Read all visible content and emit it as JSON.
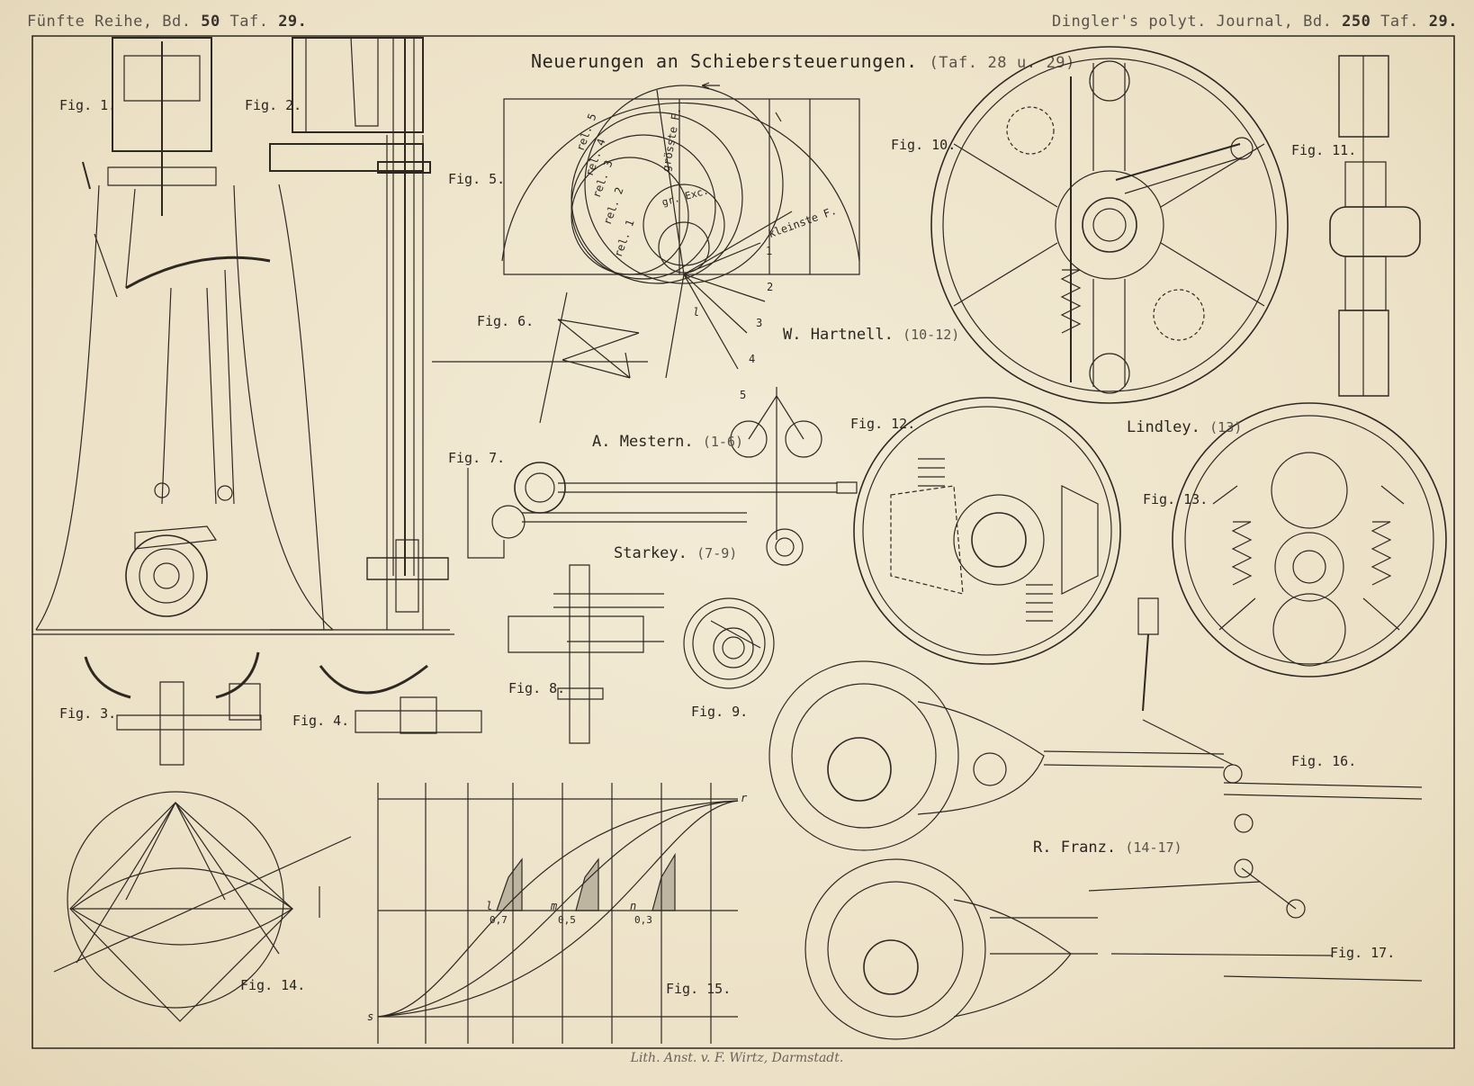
{
  "header": {
    "left_prefix": "Fünfte Reihe, Bd.",
    "left_vol": "50",
    "left_taf": "Taf.",
    "left_plate": "29.",
    "right_prefix": "Dingler's polyt. Journal, Bd.",
    "right_vol": "250",
    "right_taf": "Taf.",
    "right_plate": "29."
  },
  "title": {
    "main": "Neuerungen an Schiebersteuerungen.",
    "ref": "(Taf. 28 u. 29)"
  },
  "figures": {
    "fig1": "Fig. 1.",
    "fig2": "Fig. 2.",
    "fig3": "Fig. 3.",
    "fig4": "Fig. 4.",
    "fig5": "Fig. 5.",
    "fig6": "Fig. 6.",
    "fig7": "Fig. 7.",
    "fig8": "Fig. 8.",
    "fig9": "Fig. 9.",
    "fig10": "Fig. 10.",
    "fig11": "Fig. 11.",
    "fig12": "Fig. 12.",
    "fig13": "Fig. 13.",
    "fig14": "Fig. 14.",
    "fig15": "Fig. 15.",
    "fig16": "Fig. 16.",
    "fig17": "Fig. 17."
  },
  "authors": {
    "mestern": "A. Mestern.",
    "mestern_ref": "(1-6)",
    "starkey": "Starkey.",
    "starkey_ref": "(7-9)",
    "hartnell": "W. Hartnell.",
    "hartnell_ref": "(10-12)",
    "lindley": "Lindley.",
    "lindley_ref": "(13)",
    "franz": "R. Franz.",
    "franz_ref": "(14-17)"
  },
  "fig5_labels": {
    "rel1": "rel. 1",
    "rel2": "rel. 2",
    "rel3": "rel. 3",
    "rel4": "rel. 4",
    "rel5": "rel. 5",
    "groesste": "grösste F.",
    "kleinste": "kleinste F.",
    "gr_exc": "gr. Exc.",
    "n1": "1",
    "n2": "2",
    "n3": "3",
    "n4": "4",
    "n5": "5",
    "l": "l"
  },
  "fig15_labels": {
    "l": "l",
    "m": "m",
    "n": "n",
    "v07": "0,7",
    "v05": "0,5",
    "v03": "0,3",
    "r": "r",
    "s": "s"
  },
  "credit": "Lith. Anst. v. F. Wirtz, Darmstadt."
}
